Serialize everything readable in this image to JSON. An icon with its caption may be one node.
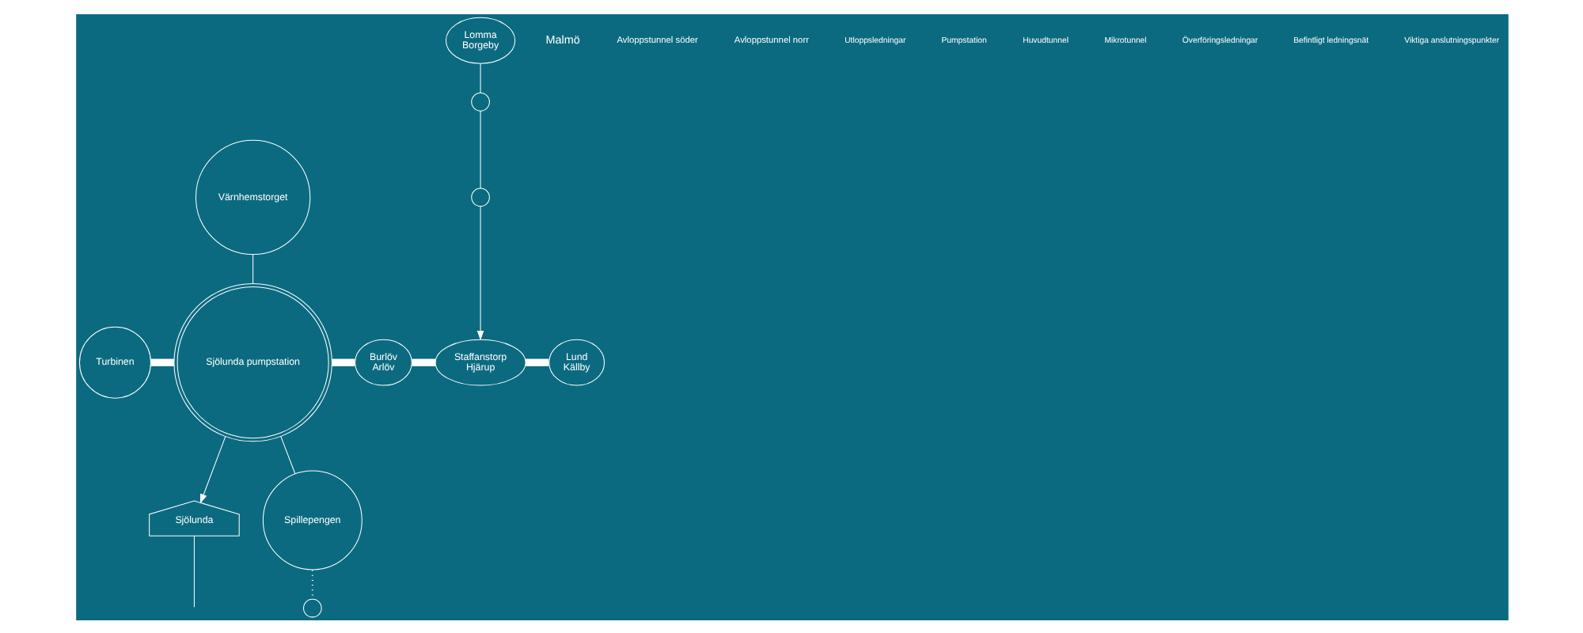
{
  "diagram": {
    "nodes": [
      {
        "text": [
          "Sjölunda"
        ]
      },
      {
        "text": [
          "Sjölunda pumpstation"
        ]
      },
      {
        "text": [
          "Turbinen"
        ]
      },
      {
        "text": [
          "Värnhemstorget"
        ]
      },
      {
        "text": [
          "Spillepengen"
        ]
      },
      {
        "text": [],
        "shape": "circle"
      },
      {
        "text": [
          "Burlöv",
          "Arlöv"
        ]
      },
      {
        "text": [
          "Staffanstorp",
          "Hjärup"
        ]
      },
      {
        "text": [
          "Lund",
          "Källby"
        ]
      },
      {
        "text": [
          "Lomma",
          "Borgeby"
        ]
      },
      {
        "text": [],
        "shape": "circle"
      },
      {
        "text": [],
        "shape": "circle"
      }
    ],
    "edges": [
      {
        "from": 0,
        "to": null,
        "arrow": "none"
      },
      {
        "from": 1,
        "to": 0,
        "arrow": "to"
      },
      {
        "from": 2,
        "to": 1,
        "arrow": "none",
        "style": "thick"
      },
      {
        "from": 3,
        "to": 1,
        "arrow": "none"
      },
      {
        "from": 1,
        "to": 4,
        "arrow": "none"
      },
      {
        "from": 4,
        "to": 5,
        "arrow": "none",
        "style": "dashed"
      },
      {
        "from": 1,
        "to": 6,
        "arrow": "none",
        "style": "thick"
      },
      {
        "from": 6,
        "to": 7,
        "arrow": "none",
        "style": "thick"
      },
      {
        "from": 7,
        "to": 8,
        "arrow": "none",
        "style": "thick"
      },
      {
        "from": 9,
        "to": 10,
        "arrow": "none"
      },
      {
        "from": 10,
        "to": 11,
        "arrow": "none"
      },
      {
        "from": 11,
        "to": 7,
        "arrow": "to"
      }
    ],
    "labels": [
      "Malmö",
      "Avloppstunnel söder",
      "Avloppstunnel norr"
    ],
    "legend": [
      {
        "text": "Utloppsledningar"
      },
      {
        "text": "Pumpstation"
      },
      {
        "text": "Huvudtunnel"
      },
      {
        "text": "Mikrotunnel"
      },
      {
        "text": "Överföringsledningar"
      },
      {
        "text": "Befintligt ledningsnät"
      },
      {
        "text": "Viktiga anslutningspunkter"
      }
    ]
  }
}
